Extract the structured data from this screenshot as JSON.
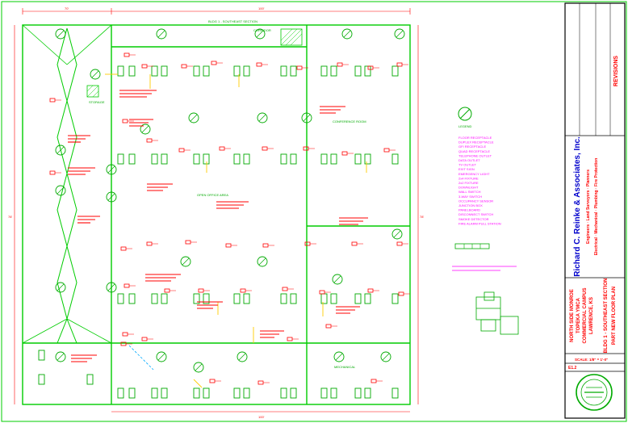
{
  "colors": {
    "wall": "#00cc00",
    "fixture": "#00aa00",
    "note": "#ff0000",
    "legend": "#ff00ff",
    "circuit": "#ffcc00",
    "border": "#000000",
    "title_block": "#0000cc"
  },
  "firm": {
    "name": "Richard C. Reinke & Associates, Inc.",
    "line1": "Engineers · Land Surveyors · Planners",
    "line2": "Electrical · Mechanical · Plumbing · Fire Protection"
  },
  "project": {
    "title_lines": [
      "NORTH SIDE MONROE",
      "TOPEKA YMCA",
      "COMMERCIAL CAMPUS",
      "LAWRENCE, KS"
    ]
  },
  "sheet": {
    "title": "BLDG 1 - SOUTHEAST SECTION",
    "subtitle": "PART NEW FLOOR PLAN",
    "revisions_label": "REVISIONS",
    "scale": "SCALE: 1/8\" = 1'-0\"",
    "number": "E1.2"
  },
  "legend_title": "LEGEND",
  "legend_items": [
    "FLOOR RECEPTACLE",
    "DUPLEX RECEPTACLE",
    "GFI RECEPTACLE",
    "QUAD RECEPTACLE",
    "TELEPHONE OUTLET",
    "DATA OUTLET",
    "TV OUTLET",
    "EXIT SIGN",
    "EMERGENCY LIGHT",
    "2x4 FIXTURE",
    "2x2 FIXTURE",
    "DOWNLIGHT",
    "WALL SWITCH",
    "3-WAY SWITCH",
    "OCCUPANCY SENSOR",
    "JUNCTION BOX",
    "PANELBOARD",
    "DISCONNECT SWITCH",
    "SMOKE DETECTOR",
    "FIRE ALARM PULL STATION"
  ],
  "dimensions": {
    "top_left": "70'",
    "top_right": "100'",
    "left_side": "78'",
    "right_side": "78'",
    "bottom": "100'"
  },
  "room_labels": [
    "BLDG 1 - SOUTHEAST SECTION",
    "OPEN OFFICE AREA",
    "CORRIDOR",
    "STORAGE",
    "CONFERENCE ROOM",
    "MECHANICAL"
  ]
}
